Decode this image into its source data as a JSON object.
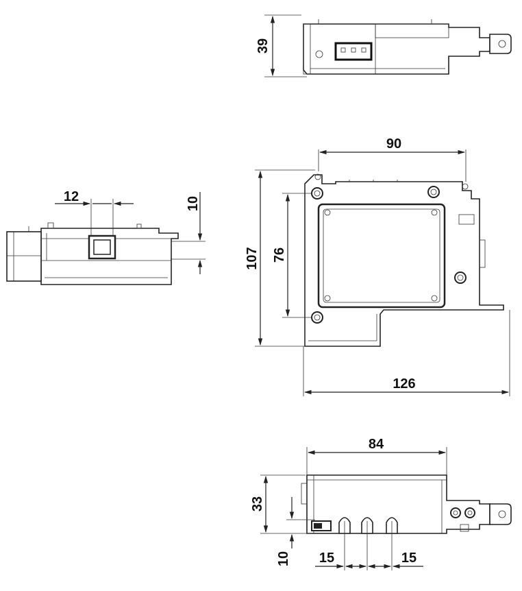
{
  "dimensions": {
    "top_height": "39",
    "side_width_12": "12",
    "side_height_10": "10",
    "main_width_90": "90",
    "main_height_107": "107",
    "main_height_76": "76",
    "main_width_126": "126",
    "bottom_width_84": "84",
    "bottom_height_33": "33",
    "bottom_height_10": "10",
    "bottom_spacing_1": "15",
    "bottom_spacing_2": "15"
  }
}
